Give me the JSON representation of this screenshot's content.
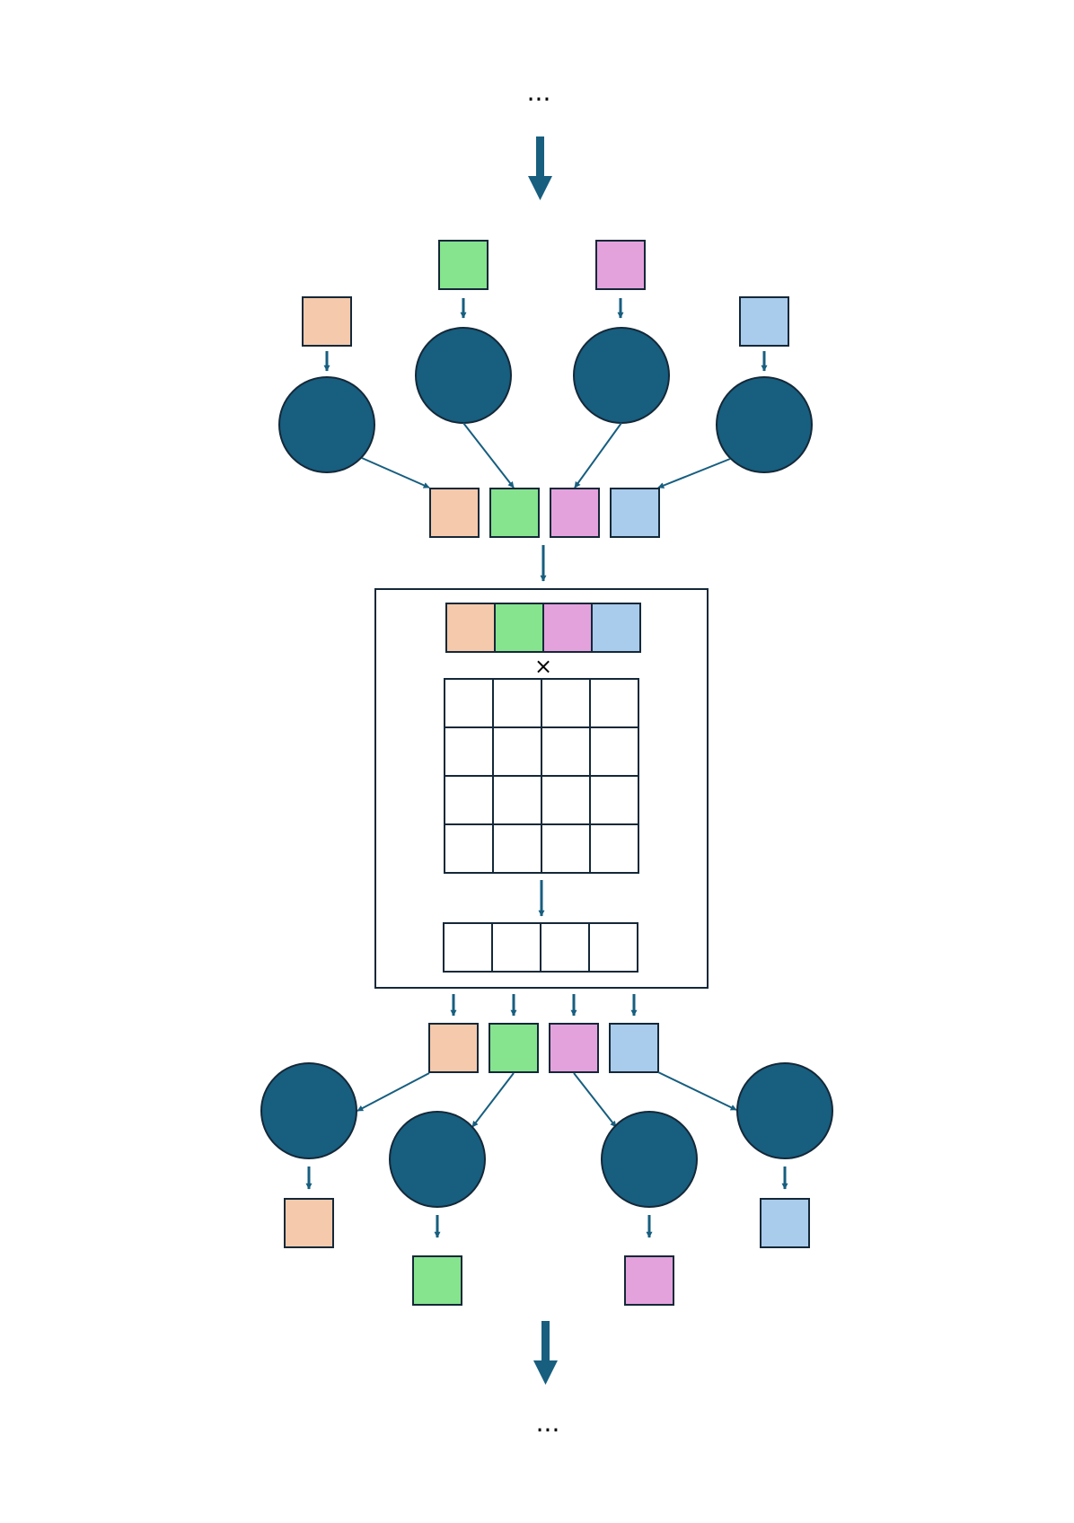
{
  "colors": {
    "node": "#175e7f",
    "stroke": "#142838",
    "arrow": "#175e7f",
    "peach": "#f5c9ab",
    "green": "#86e38e",
    "pink": "#e4a2dd",
    "blue": "#a9cbec",
    "background": "#ffffff"
  },
  "ellipsis_top": "...",
  "ellipsis_bottom": "...",
  "multiply_symbol": "×",
  "matrix": {
    "rows": 4,
    "cols": 4
  },
  "token_colors": [
    "peach",
    "green",
    "pink",
    "blue"
  ]
}
